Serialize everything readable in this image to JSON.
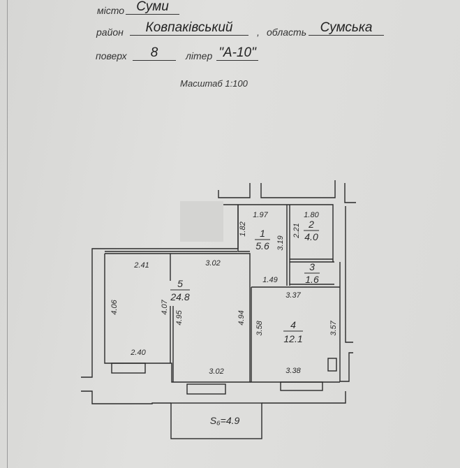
{
  "form": {
    "city_label": "місто",
    "city": "Суми",
    "district_label": "район",
    "district": "Ковпаківський",
    "comma": ",",
    "region_label": "область",
    "region": "Сумська",
    "floor_label": "поверх",
    "floor": "8",
    "letter_label": "літер",
    "letter": "\"А-10\"",
    "scale": "Масштаб 1:100"
  },
  "plan": {
    "rooms": [
      {
        "number": "1",
        "area": "5.6"
      },
      {
        "number": "2",
        "area": "4.0"
      },
      {
        "number": "3",
        "area": "1.6"
      },
      {
        "number": "4",
        "area": "12.1"
      },
      {
        "number": "5",
        "area": "24.8"
      }
    ],
    "dims": {
      "r1_top": "1.97",
      "r1_left": "1.82",
      "r1_right": "3.19",
      "r1_bottom": "1.49",
      "r2_top": "1.80",
      "r2_left": "2.21",
      "r4_top": "3.37",
      "r4_left": "3.58",
      "r4_right": "3.57",
      "r4_bottom": "3.38",
      "r5_top_left": "2.41",
      "r5_top_right": "3.02",
      "r5_left": "4.06",
      "r5_mid": "4.07",
      "r5_mid2": "4.95",
      "r5_right": "4.94",
      "r5_bottom_left": "2.40",
      "r5_bottom_right": "3.02"
    },
    "balcony": "S₆=4.9"
  }
}
